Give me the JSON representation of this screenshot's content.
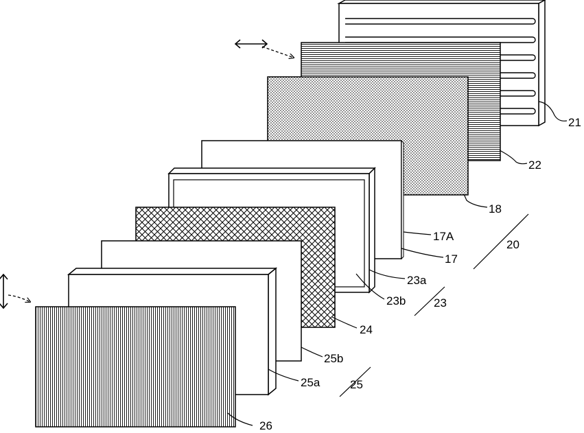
{
  "labels": {
    "l21": "21",
    "l22": "22",
    "l18": "18",
    "l17A": "17A",
    "l17": "17",
    "l20": "20",
    "l23a": "23a",
    "l23b": "23b",
    "l23": "23",
    "l24": "24",
    "l25b": "25b",
    "l25a": "25a",
    "l25": "25",
    "l26": "26"
  },
  "colors": {
    "ink": "#000000",
    "paper": "#ffffff"
  }
}
